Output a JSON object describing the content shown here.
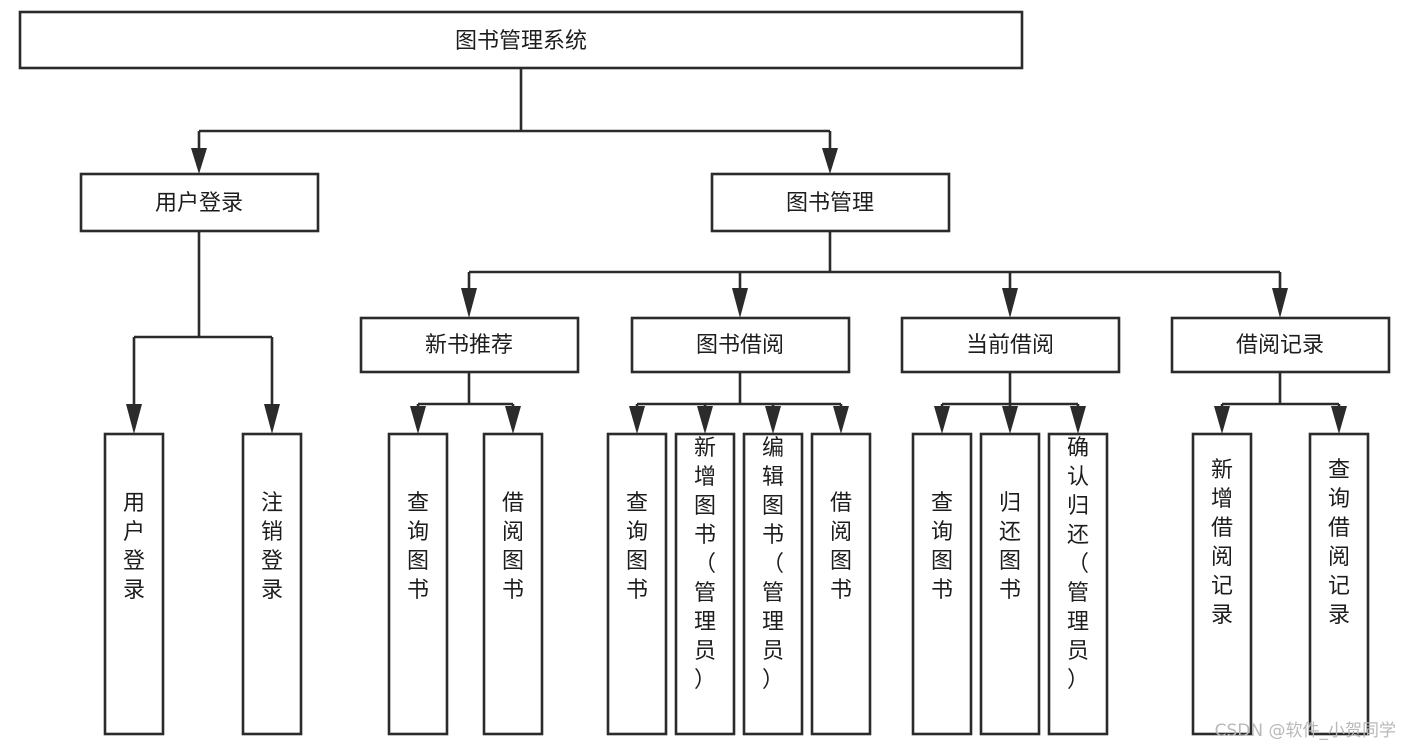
{
  "diagram": {
    "type": "hierarchy-tree",
    "title": "图书管理系统",
    "root": {
      "id": "root",
      "label": "图书管理系统"
    },
    "level2": [
      {
        "id": "user-login",
        "label": "用户登录"
      },
      {
        "id": "book-manage",
        "label": "图书管理"
      }
    ],
    "level3": [
      {
        "id": "new-book-recommend",
        "label": "新书推荐",
        "parent": "book-manage"
      },
      {
        "id": "book-borrow",
        "label": "图书借阅",
        "parent": "book-manage"
      },
      {
        "id": "current-borrow",
        "label": "当前借阅",
        "parent": "book-manage"
      },
      {
        "id": "borrow-record",
        "label": "借阅记录",
        "parent": "book-manage"
      }
    ],
    "leaves": {
      "user-login": [
        {
          "id": "leaf-user-login",
          "label": "用户登录"
        },
        {
          "id": "leaf-user-logout",
          "label": "注销登录"
        }
      ],
      "new-book-recommend": [
        {
          "id": "leaf-query-book-1",
          "label": "查询图书"
        },
        {
          "id": "leaf-borrow-book-1",
          "label": "借阅图书"
        }
      ],
      "book-borrow": [
        {
          "id": "leaf-query-book-2",
          "label": "查询图书"
        },
        {
          "id": "leaf-add-book",
          "label": "新增图书（管理员）"
        },
        {
          "id": "leaf-edit-book",
          "label": "编辑图书（管理员）"
        },
        {
          "id": "leaf-borrow-book-2",
          "label": "借阅图书"
        }
      ],
      "current-borrow": [
        {
          "id": "leaf-query-book-3",
          "label": "查询图书"
        },
        {
          "id": "leaf-return-book",
          "label": "归还图书"
        },
        {
          "id": "leaf-confirm-return",
          "label": "确认归还（管理员）"
        }
      ],
      "borrow-record": [
        {
          "id": "leaf-add-record",
          "label": "新增借阅记录"
        },
        {
          "id": "leaf-query-record",
          "label": "查询借阅记录"
        }
      ]
    }
  },
  "watermark": {
    "text": "CSDN @软件_小贺同学"
  },
  "colors": {
    "stroke": "#2b2b2b",
    "fill": "#ffffff",
    "text": "#1d1d1d",
    "watermark": "#b9b9b9"
  }
}
